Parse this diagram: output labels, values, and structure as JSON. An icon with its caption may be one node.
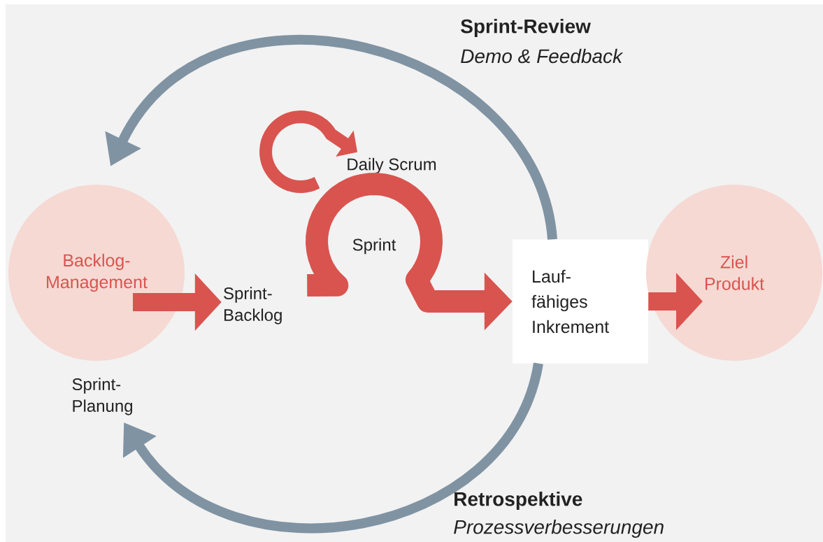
{
  "diagram": {
    "nodes": [
      {
        "text": [
          "Backlog-Management"
        ]
      },
      {
        "text": [
          "Sprint-Backlog"
        ]
      },
      {
        "text": [
          "Daily Scrum"
        ]
      },
      {
        "text": [
          "Sprint"
        ]
      },
      {
        "text": [
          "Lauf- fähiges Inkrement"
        ]
      },
      {
        "text": [
          "Ziel Produkt"
        ]
      },
      {
        "text": [
          "Sprint-Planung"
        ]
      }
    ],
    "edges": [
      {
        "from": 0,
        "to": 1,
        "arrow": "to"
      },
      {
        "from": 1,
        "to": 4,
        "arrow": "to"
      },
      {
        "from": null,
        "to": 2,
        "arrow": "to"
      },
      {
        "from": 4,
        "to": 5,
        "arrow": "to"
      },
      {
        "from": 4,
        "to": 0,
        "arrow": "to",
        "color": "#8093a3"
      },
      {
        "from": 4,
        "to": 6,
        "arrow": "to",
        "color": "#8093a3"
      }
    ],
    "labels": [
      "Sprint-Review",
      "Demo & Feedback",
      "Retrospektive",
      "Prozessverbesserungen"
    ]
  }
}
